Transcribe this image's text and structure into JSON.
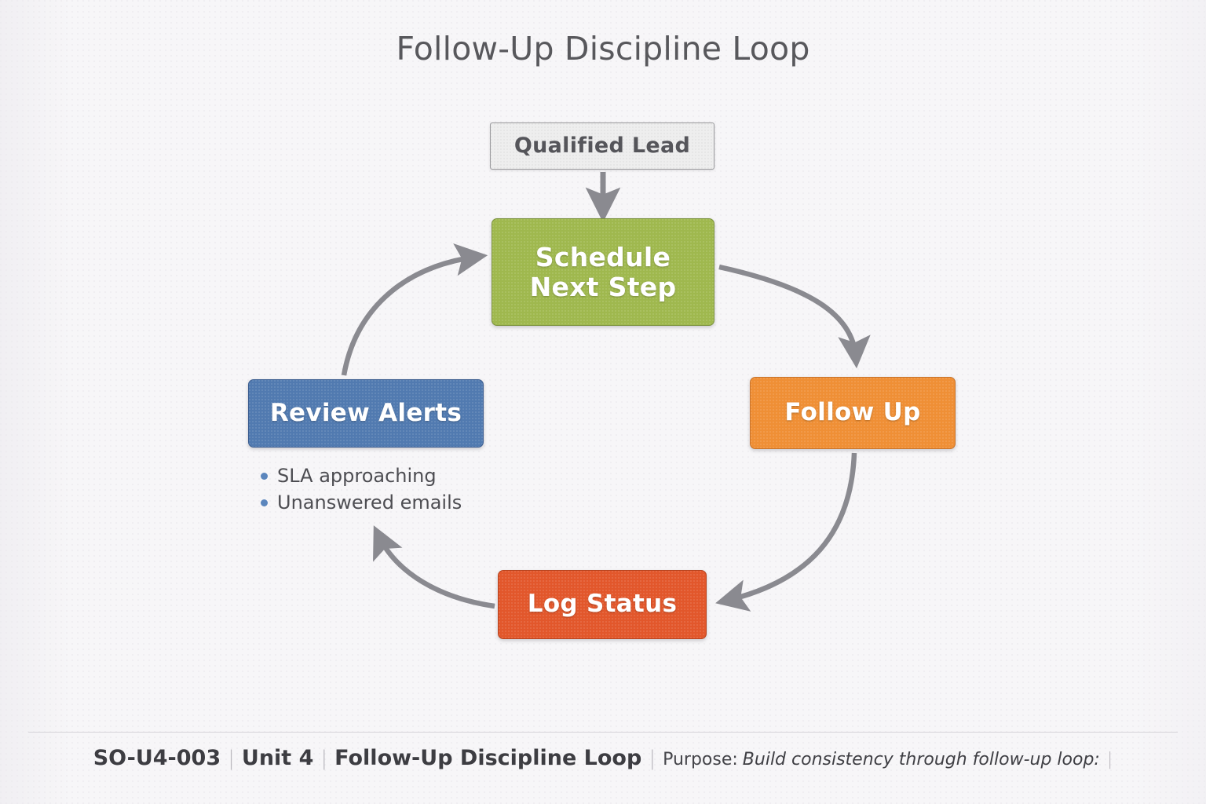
{
  "title": "Follow-Up Discipline Loop",
  "diagram": {
    "type": "cycle-flow",
    "nodes": [
      {
        "id": "qualified-lead",
        "label": "Qualified Lead",
        "color": "#eeeeee",
        "text_color": "#55555a"
      },
      {
        "id": "schedule-next-step",
        "label_line1": "Schedule",
        "label_line2": "Next Step",
        "label": "Schedule Next Step",
        "color": "#9fb84e",
        "text_color": "#ffffff"
      },
      {
        "id": "follow-up",
        "label": "Follow Up",
        "color": "#ef8f35",
        "text_color": "#ffffff"
      },
      {
        "id": "log-status",
        "label": "Log Status",
        "color": "#e2572b",
        "text_color": "#ffffff"
      },
      {
        "id": "review-alerts",
        "label": "Review Alerts",
        "color": "#517ab0",
        "text_color": "#ffffff"
      }
    ],
    "edges": [
      {
        "from": "qualified-lead",
        "to": "schedule-next-step",
        "style": "straight"
      },
      {
        "from": "schedule-next-step",
        "to": "follow-up",
        "style": "curved"
      },
      {
        "from": "follow-up",
        "to": "log-status",
        "style": "curved"
      },
      {
        "from": "log-status",
        "to": "review-alerts",
        "style": "curved"
      },
      {
        "from": "review-alerts",
        "to": "schedule-next-step",
        "style": "curved"
      }
    ],
    "arrow_color": "#8a8a90"
  },
  "bullets": [
    {
      "text": "SLA approaching"
    },
    {
      "text": "Unanswered emails"
    }
  ],
  "footer": {
    "code": "SO-U4-003",
    "sep1": "|",
    "unit": "Unit 4",
    "sep2": "|",
    "topic": "Follow-Up Discipline Loop",
    "sep3": "|",
    "purpose_label": "Purpose:",
    "purpose_value": "Build consistency through follow-up loop:",
    "sep4": "|"
  }
}
